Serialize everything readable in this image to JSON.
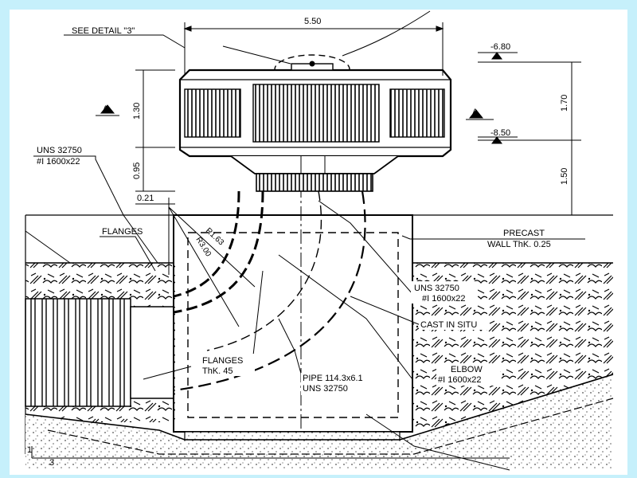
{
  "colors": {
    "frame": "#c6f0fb",
    "paper": "#ffffff",
    "ink": "#000000"
  },
  "dims": {
    "width_top": "5.50",
    "level_top": "-6.80",
    "level_mid": "-8.50",
    "height_right_upper": "1.70",
    "height_right_lower": "1.50",
    "height_left_upper": "1.30",
    "height_left_lower": "0.95",
    "offset": "0.21",
    "radius_inner": "R1.63",
    "radius_outer": "R3.00"
  },
  "labels": {
    "see_detail": "SEE DETAIL \"3\"",
    "section_left": "A",
    "section_right": "A",
    "uns_left_1": "UNS 32750",
    "uns_left_2": "#I 1600x22",
    "flanges_top": "FLANGES",
    "precast_1": "PRECAST",
    "precast_2": "WALL ThK. 0.25",
    "uns_right_1": "UNS 32750",
    "uns_right_2": "#I 1600x22",
    "cast_in_situ": "CAST IN SITU",
    "elbow_1": "ELBOW",
    "elbow_2": "#I 1600x22",
    "flanges_bottom_1": "FLANGES",
    "flanges_bottom_2": "ThK. 45",
    "pipe_1": "PIPE 114.3x6.1",
    "pipe_2": "UNS 32750",
    "scale_1": "1",
    "scale_3": "3"
  }
}
